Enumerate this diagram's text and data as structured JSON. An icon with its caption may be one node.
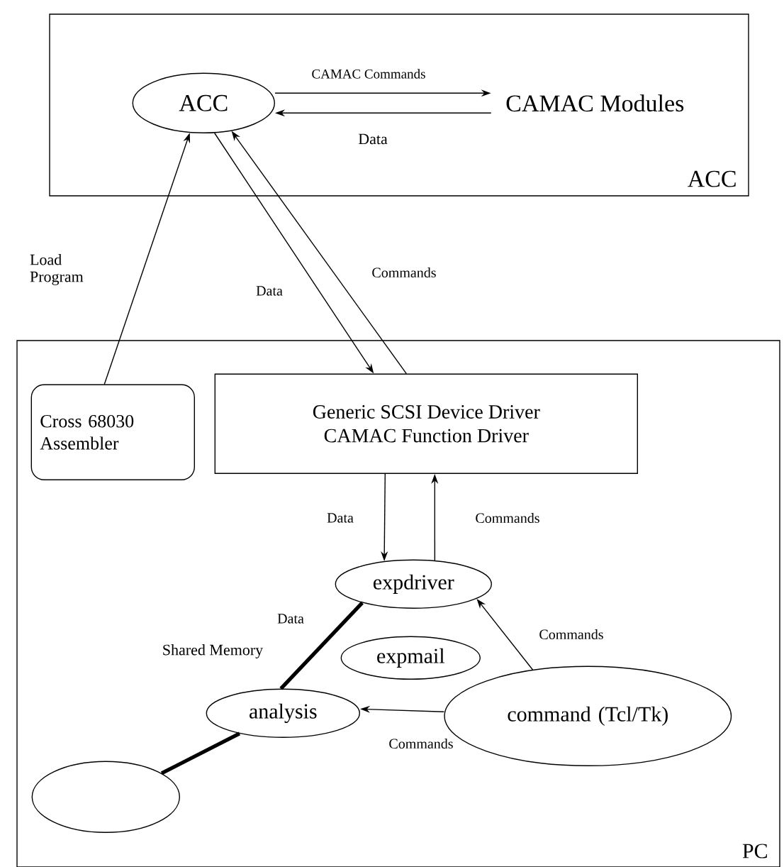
{
  "diagram": {
    "nodes": [
      {
        "text": [
          "ACC"
        ]
      },
      {
        "text": [
          "ACC"
        ],
        "in": 0
      },
      {
        "text": [
          "CAMAC Modules"
        ],
        "in": 0
      },
      {
        "text": [
          "PC"
        ]
      },
      {
        "text": [
          "Cross 68030 Assembler"
        ],
        "in": 3
      },
      {
        "text": [
          "Generic SCSI Device Driver",
          "CAMAC Function Driver"
        ],
        "in": 3
      },
      {
        "text": [
          "expdriver"
        ],
        "in": 3
      },
      {
        "text": [
          "expmail"
        ],
        "in": 3
      },
      {
        "text": [
          "analysis"
        ],
        "in": 3
      },
      {
        "text": [
          "command (Tcl/Tk)"
        ],
        "in": 3
      },
      {
        "text": [],
        "shape": "circle",
        "in": 3
      }
    ],
    "edges": [
      {
        "from": 1,
        "to": 2,
        "arrow": "to",
        "label": "CAMAC Commands"
      },
      {
        "from": 2,
        "to": 1,
        "arrow": "to",
        "label": "Data"
      },
      {
        "from": 4,
        "to": 1,
        "arrow": "to",
        "label": "Load Program"
      },
      {
        "from": 1,
        "to": 5,
        "arrow": "to",
        "label": "Data"
      },
      {
        "from": 5,
        "to": 1,
        "arrow": "to",
        "label": "Commands"
      },
      {
        "from": 5,
        "to": 6,
        "arrow": "to",
        "label": "Data"
      },
      {
        "from": 6,
        "to": 5,
        "arrow": "to",
        "label": "Commands"
      },
      {
        "from": 6,
        "to": 8,
        "arrow": "none",
        "style": "thick",
        "label": "Data"
      },
      {
        "from": 9,
        "to": 6,
        "arrow": "to",
        "label": "Commands"
      },
      {
        "from": 9,
        "to": 8,
        "arrow": "to",
        "label": "Commands"
      },
      {
        "from": 8,
        "to": 10,
        "arrow": "none",
        "style": "thick"
      }
    ],
    "labels": [
      "Shared Memory"
    ]
  }
}
